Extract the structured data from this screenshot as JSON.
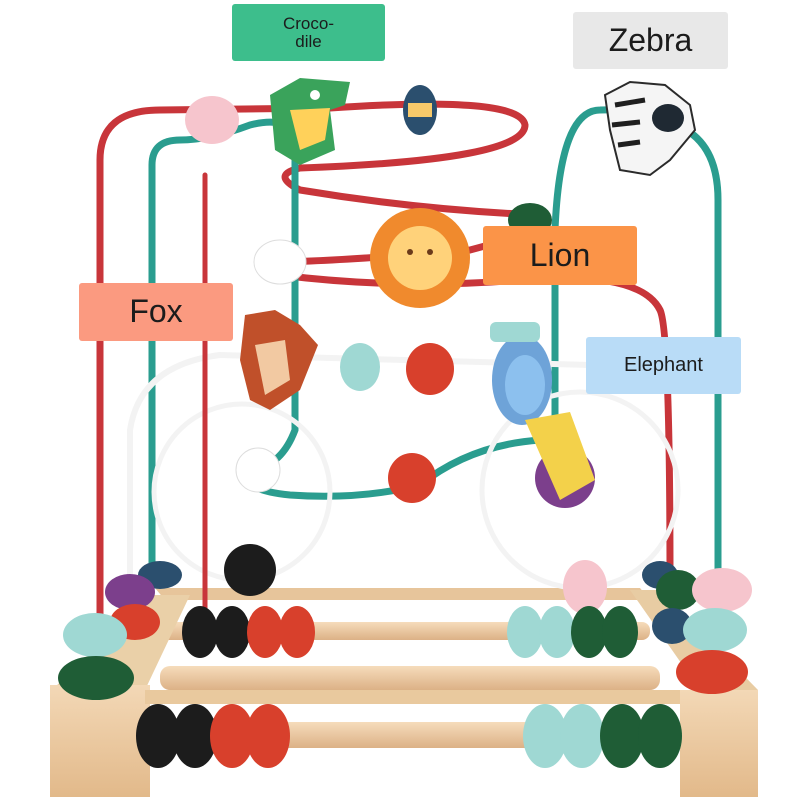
{
  "labels": {
    "crocodile": {
      "text": "Croco-\ndile",
      "color": "#3dbe8c"
    },
    "zebra": {
      "text": "Zebra",
      "color": "#e8e8e8"
    },
    "lion": {
      "text": "Lion",
      "color": "#fb9448"
    },
    "fox": {
      "text": "Fox",
      "color": "#fb9a80"
    },
    "elephant": {
      "text": "Elephant",
      "color": "#b9dcf7"
    }
  },
  "colors": {
    "wood": "#eccaa1",
    "wire_red": "#c8353a",
    "wire_teal": "#2a9d8f",
    "wire_white": "#ffffff",
    "bead_mint": "#9fd8d3",
    "bead_red": "#d8402c",
    "bead_black": "#1c1c1c",
    "bead_green": "#1f5d36",
    "bead_pink": "#f6c5cd",
    "bead_purple": "#7c3f8c"
  }
}
